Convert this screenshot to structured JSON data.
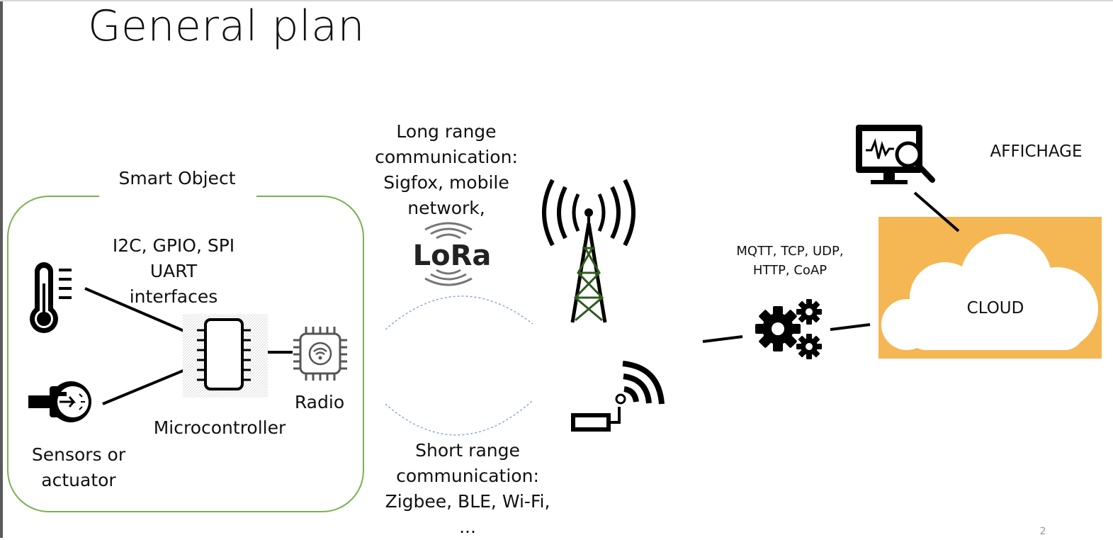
{
  "title": "General plan",
  "smart_object": {
    "label": "Smart Object",
    "interfaces": [
      "I2C, GPIO, SPI",
      "UART",
      "interfaces"
    ],
    "microcontroller": "Microcontroller",
    "radio": "Radio",
    "sensors": [
      "Sensors or",
      "actuator"
    ]
  },
  "long_range": {
    "lines": [
      "Long range",
      "communication:",
      "Sigfox, mobile",
      "network,"
    ],
    "logo": "LoRa"
  },
  "short_range": {
    "lines": [
      "Short  range",
      "communication:",
      "Zigbee, BLE, Wi-Fi,",
      "..."
    ]
  },
  "protocols": [
    "MQTT, TCP, UDP,",
    "HTTP, CoAP"
  ],
  "display_label": "AFFICHAGE",
  "cloud_label": "CLOUD",
  "page_number": "2",
  "colors": {
    "smart_object_border": "#7ab24f",
    "cloud_background": "#f5b654",
    "dotted_arc": "#8aa6d8",
    "icon": "#000000"
  },
  "icons": [
    "thermometer-icon",
    "actuator-icon",
    "microcontroller-chip-icon",
    "radio-chip-icon",
    "lora-logo",
    "cell-tower-icon",
    "wifi-router-icon",
    "gears-icon",
    "monitor-search-icon",
    "cloud-icon"
  ]
}
